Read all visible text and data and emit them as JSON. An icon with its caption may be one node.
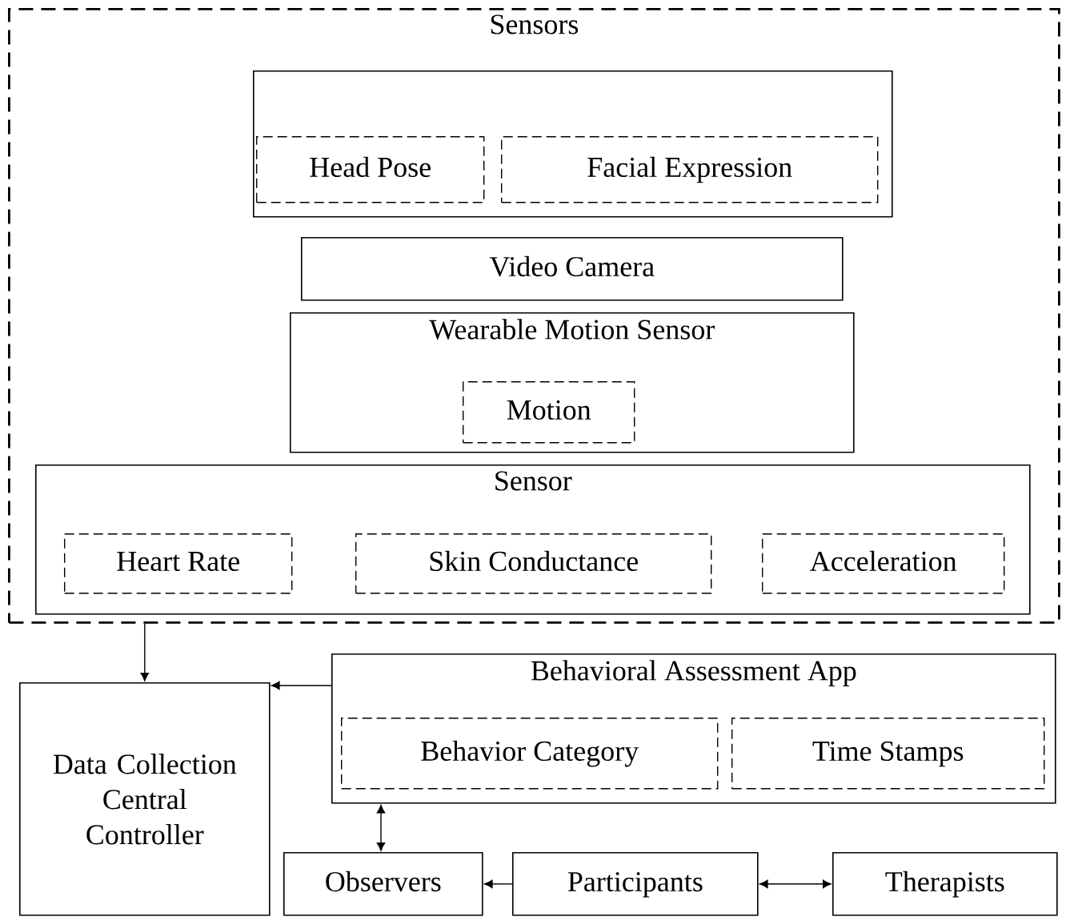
{
  "diagram": {
    "nodes": [
      {
        "text": [
          "Sensors"
        ]
      },
      {
        "text": [],
        "shape": "box",
        "in": 0
      },
      {
        "text": [
          "Head Pose"
        ],
        "in": 1
      },
      {
        "text": [
          "Facial Expression"
        ],
        "in": 1
      },
      {
        "text": [
          "Video Camera"
        ],
        "in": 0
      },
      {
        "text": [
          "Wearable Motion Sensor"
        ],
        "in": 0
      },
      {
        "text": [
          "Motion"
        ],
        "in": 5
      },
      {
        "text": [
          "Sensor"
        ],
        "in": 0
      },
      {
        "text": [
          "Heart Rate"
        ],
        "in": 7
      },
      {
        "text": [
          "Skin Conductance"
        ],
        "in": 7
      },
      {
        "text": [
          "Acceleration"
        ],
        "in": 7
      },
      {
        "text": [
          "Data Collection Central Controller"
        ]
      },
      {
        "text": [
          "Behavioral Assessment App"
        ]
      },
      {
        "text": [
          "Behavior Category"
        ],
        "in": 12
      },
      {
        "text": [
          "Time Stamps"
        ],
        "in": 12
      },
      {
        "text": [
          "Observers"
        ]
      },
      {
        "text": [
          "Participants"
        ]
      },
      {
        "text": [
          "Therapists"
        ]
      }
    ],
    "edges": [
      {
        "from": 0,
        "to": 11,
        "arrow": "to"
      },
      {
        "from": 12,
        "to": 11,
        "arrow": "to"
      },
      {
        "from": 12,
        "to": 15,
        "arrow": "both"
      },
      {
        "from": 16,
        "to": 15,
        "arrow": "to"
      },
      {
        "from": 16,
        "to": 17,
        "arrow": "both"
      }
    ]
  }
}
